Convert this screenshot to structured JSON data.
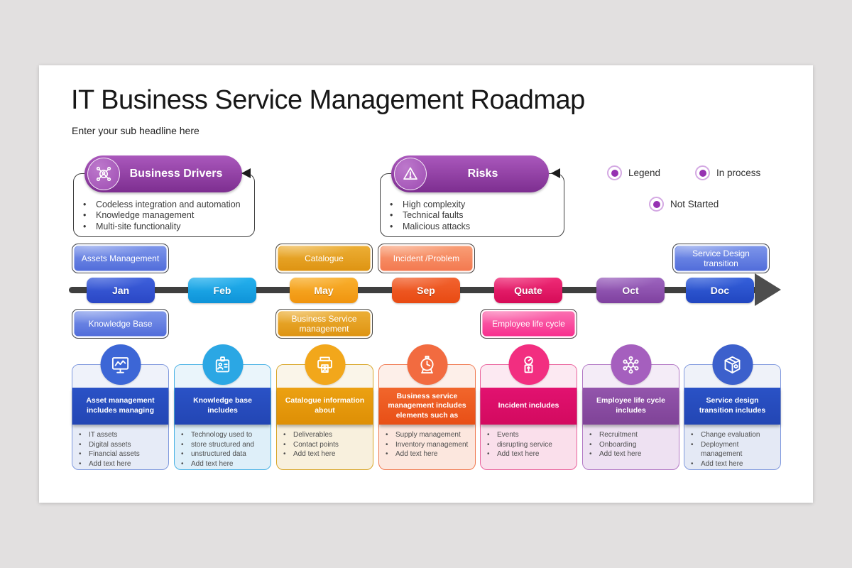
{
  "slide": {
    "title": "IT Business Service Management Roadmap",
    "subtitle": "Enter your sub headline here"
  },
  "callouts": {
    "business_drivers": {
      "title": "Business Drivers",
      "icon": "network-user-icon",
      "bullets": [
        "Codeless integration and automation",
        "Knowledge management",
        "Multi-site functionality"
      ],
      "c1": "#AA58BC",
      "c2": "#7D2E90"
    },
    "risks": {
      "title": "Risks",
      "icon": "warning-icon",
      "bullets": [
        "High complexity",
        "Technical faults",
        "Malicious attacks"
      ],
      "c1": "#AA58BC",
      "c2": "#7D2E90"
    }
  },
  "legend": {
    "dot_color": "#9631b2",
    "ring_color": "#d4a9e3",
    "items": [
      {
        "label": "Legend"
      },
      {
        "label": "In process"
      },
      {
        "label": "Not Started"
      }
    ]
  },
  "timeline": {
    "months": [
      {
        "label": "Jan",
        "c1": "#3E60DC",
        "c2": "#2A47C5"
      },
      {
        "label": "Feb",
        "c1": "#25B1EE",
        "c2": "#0E93D8"
      },
      {
        "label": "May",
        "c1": "#F9B02E",
        "c2": "#F0940E"
      },
      {
        "label": "Sep",
        "c1": "#F26330",
        "c2": "#E84A12"
      },
      {
        "label": "Quate",
        "c1": "#EF2B77",
        "c2": "#D60B57"
      },
      {
        "label": "Oct",
        "c1": "#9D65BF",
        "c2": "#7F419F"
      },
      {
        "label": "Doc",
        "c1": "#3560DB",
        "c2": "#2146C0"
      }
    ],
    "milestones_above": [
      {
        "label": "Assets Management",
        "c1": "#8098EB",
        "c2": "#4E6AD9"
      },
      {
        "label": "Catalogue",
        "c1": "#EDB037",
        "c2": "#DD9210"
      },
      {
        "label": "Incident /Problem",
        "c1": "#F9A078",
        "c2": "#F3764D"
      },
      {
        "label": "Service Design transition",
        "c1": "#8098EB",
        "c2": "#4E6AD9"
      }
    ],
    "milestones_below": [
      {
        "label": "Knowledge Base",
        "c1": "#8098EB",
        "c2": "#4E6AD9"
      },
      {
        "label": "Business Service management",
        "c1": "#EDB037",
        "c2": "#DD9210"
      },
      {
        "label": "Employee life cycle",
        "c1": "#FB74B3",
        "c2": "#F72A8C"
      }
    ]
  },
  "cards": [
    {
      "icon": "monitor-chart-icon",
      "title": "Asset management includes managing",
      "bullets": [
        "IT assets",
        "Digital assets",
        "Financial assets",
        "Add text here"
      ],
      "icon_bg": "#3C66D6",
      "header1": "#2A52C6",
      "header2": "#2346B4",
      "border": "#7D97DD",
      "bg": "#E6EBF7",
      "bg_top": "#EFF2FA"
    },
    {
      "icon": "id-badge-icon",
      "title": "Knowledge base includes",
      "bullets": [
        "Technology used to",
        "store structured and",
        "unstructured data",
        "Add text here"
      ],
      "icon_bg": "#2BA7E4",
      "header1": "#2A52C6",
      "header2": "#2346B4",
      "border": "#49B2E5",
      "bg": "#DEEFF9",
      "bg_top": "#EAF5FB"
    },
    {
      "icon": "printer-icon",
      "title": "Catalogue information about",
      "bullets": [
        "Deliverables",
        "Contact points",
        "Add text here"
      ],
      "icon_bg": "#F2A71B",
      "header1": "#ECA112",
      "header2": "#DE8F05",
      "border": "#D8A526",
      "bg": "#F8F0DD",
      "bg_top": "#FAF5E9"
    },
    {
      "icon": "alarm-clock-icon",
      "title": "Business service management includes elements such as",
      "bullets": [
        "Supply management",
        "Inventory management",
        "Add text here"
      ],
      "icon_bg": "#F26B40",
      "header1": "#F1662C",
      "header2": "#E84F16",
      "border": "#F07950",
      "bg": "#FCE7DE",
      "bg_top": "#FDEFE9"
    },
    {
      "icon": "scale-icon",
      "title": "Incident includes",
      "bullets": [
        "Events",
        "disrupting service",
        "Add text here"
      ],
      "icon_bg": "#F22E80",
      "header1": "#E21270",
      "header2": "#D30A5F",
      "border": "#E9629C",
      "bg": "#FADFEB",
      "bg_top": "#FCE9F2"
    },
    {
      "icon": "network-icon",
      "title": "Employee life cycle includes",
      "bullets": [
        "Recruitment",
        "Onboarding",
        "Add text here"
      ],
      "icon_bg": "#A55FBE",
      "header1": "#9355AC",
      "header2": "#7F4397",
      "border": "#B277C4",
      "bg": "#EEE1F2",
      "bg_top": "#F4ECF7"
    },
    {
      "icon": "package-icon",
      "title": "Service design transition includes",
      "bullets": [
        "Change evaluation",
        "Deployment management",
        "Add text here"
      ],
      "icon_bg": "#3C60CC",
      "header1": "#2A52C6",
      "header2": "#2346B4",
      "border": "#8099DE",
      "bg": "#E4E9F5",
      "bg_top": "#EFF2F9"
    }
  ]
}
